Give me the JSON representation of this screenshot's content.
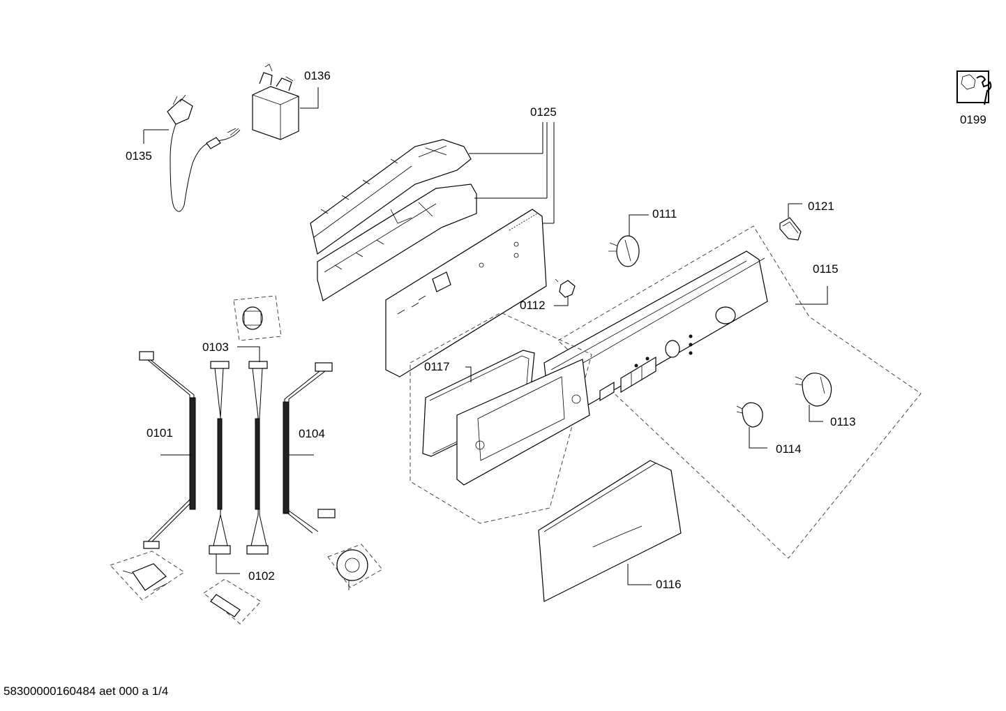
{
  "labels": {
    "p0101": "0101",
    "p0102": "0102",
    "p0103": "0103",
    "p0104": "0104",
    "p0111": "0111",
    "p0112": "0112",
    "p0113": "0113",
    "p0114": "0114",
    "p0115": "0115",
    "p0116": "0116",
    "p0117": "0117",
    "p0121": "0121",
    "p0125": "0125",
    "p0135": "0135",
    "p0136": "0136",
    "p0199": "0199"
  },
  "icons": {
    "service": "wrench-nut-icon"
  },
  "footer": "58300000160484 aet 000 a 1/4"
}
